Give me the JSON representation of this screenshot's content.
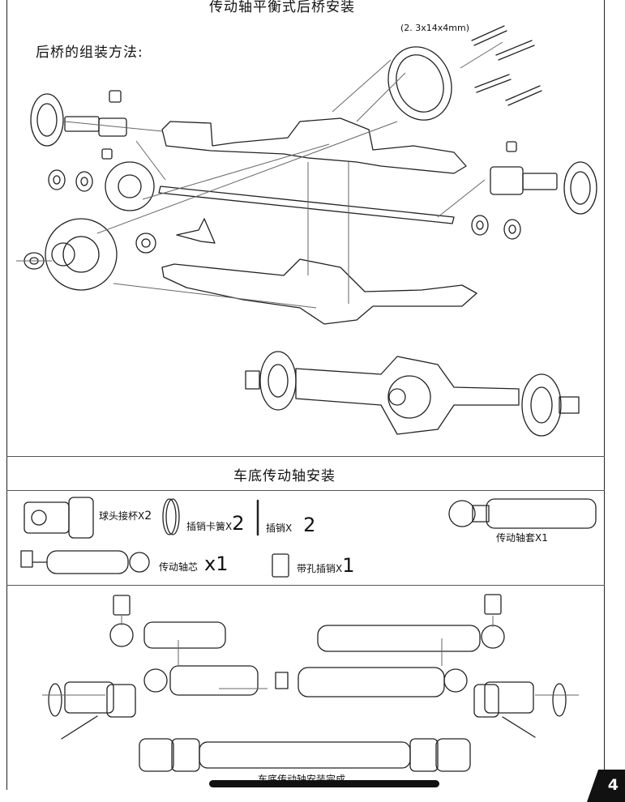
{
  "header": {
    "title": "传动轴平衡式后桥安装"
  },
  "rear_axle": {
    "heading": "后桥的组装方法:",
    "screw_spec": "(2. 3x14x4mm)"
  },
  "driveshaft_section": {
    "title": "车底传动轴安装",
    "parts": [
      {
        "label": "球头接杯",
        "qty_prefix": "X",
        "qty": "2"
      },
      {
        "label": "插销卡簧",
        "qty_prefix": "X",
        "qty": "2"
      },
      {
        "label": "插销",
        "qty_prefix": "X",
        "qty": "2"
      },
      {
        "label": "传动轴套",
        "qty_prefix": "X",
        "qty": "1"
      },
      {
        "label": "传动轴芯",
        "qty_prefix": "x",
        "qty": "1"
      },
      {
        "label": "带孔插销",
        "qty_prefix": "X",
        "qty": "1"
      }
    ],
    "caption": "车底传动轴安装完成"
  },
  "page_number": "4"
}
